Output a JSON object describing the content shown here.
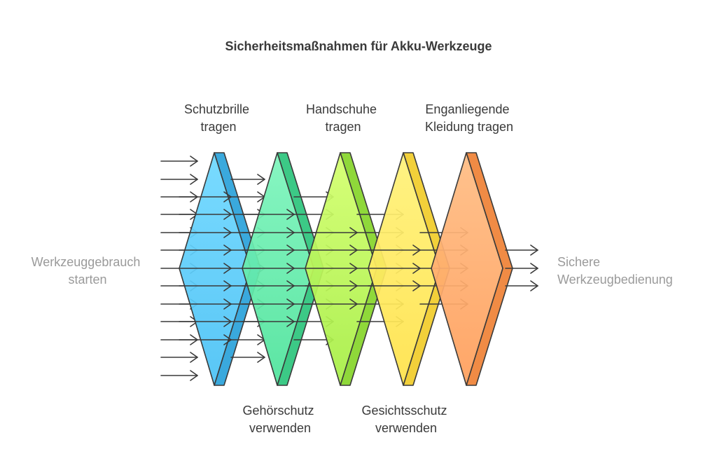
{
  "title": "Sicherheitsmaßnahmen für Akku-Werkzeuge",
  "start_label": [
    "Werkzeuggebrauch",
    "starten"
  ],
  "end_label": [
    "Sichere",
    "Werkzeugbedienung"
  ],
  "filters": [
    {
      "label": [
        "Schutzbrille",
        "tragen"
      ],
      "position": "top",
      "color_top": "#6fd8ff",
      "color_bottom": "#4cc2f5",
      "side_color": "#3aa9dd"
    },
    {
      "label": [
        "Gehörschutz",
        "verwenden"
      ],
      "position": "bottom",
      "color_top": "#7ef5bd",
      "color_bottom": "#4fe39c",
      "side_color": "#3cc986"
    },
    {
      "label": [
        "Handschuhe",
        "tragen"
      ],
      "position": "top",
      "color_top": "#d4ff6e",
      "color_bottom": "#a6ee46",
      "side_color": "#8fd83a"
    },
    {
      "label": [
        "Gesichtsschutz",
        "verwenden"
      ],
      "position": "bottom",
      "color_top": "#fff27a",
      "color_bottom": "#ffe24a",
      "side_color": "#f2d03a"
    },
    {
      "label": [
        "Enganliegende",
        "Kleidung tragen"
      ],
      "position": "top",
      "color_top": "#ffbd84",
      "color_bottom": "#ff9f5c",
      "side_color": "#f08b45"
    }
  ]
}
